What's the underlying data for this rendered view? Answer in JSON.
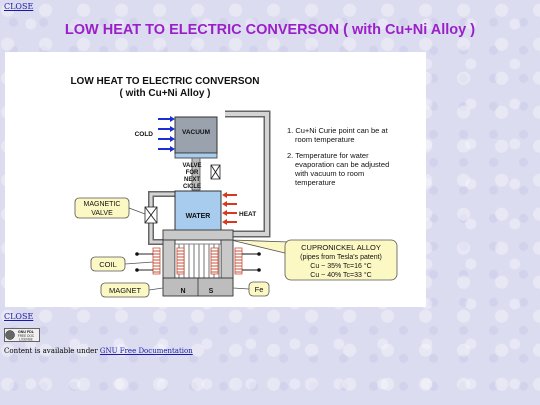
{
  "links": {
    "close_top": "CLOSE",
    "close_bottom": "CLOSE"
  },
  "page_title": "LOW HEAT TO ELECTRIC CONVERSON ( with Cu+Ni Alloy )",
  "diagram": {
    "title_line1": "LOW HEAT TO ELECTRIC CONVERSON",
    "title_line2": "( with Cu+Ni Alloy )",
    "labels": {
      "cold": "COLD",
      "vacuum": "VACUUM",
      "valve_1": "VALVE",
      "valve_2": "FOR",
      "valve_3": "NEXT",
      "valve_4": "CICLE",
      "water": "WATER",
      "heat": "HEAT",
      "magnetic_valve_1": "MAGNETIC",
      "magnetic_valve_2": "VALVE",
      "coil": "COIL",
      "magnet": "MAGNET",
      "pole_n": "N",
      "pole_s": "S",
      "fe": "Fe",
      "cupronickel_1": "CUPRONICKEL ALLOY",
      "cupronickel_2": "(pipes from Tesla's patent)",
      "cupronickel_3": "Cu ~ 35%   Tc=16 °C",
      "cupronickel_4": "Cu ~ 40%   Tc=33 °C"
    },
    "notes": {
      "n1_line1": "1. Cu+Ni Curie point can be at",
      "n1_line2": "room temperature",
      "n2_line1": "2. Temperature for water",
      "n2_line2": "evaporation can be adjusted",
      "n2_line3": "with vacuum to room",
      "n2_line4": "temperature"
    },
    "colors": {
      "cold_arrow": "#1a2fd6",
      "heat_arrow": "#d8381f",
      "water": "#a8ccee",
      "vacuum": "#9aa3ad",
      "callout": "#fcf8c4",
      "pipe": "#b9b9b9",
      "coil": "#c8503a"
    }
  },
  "license_badge": {
    "line1": "GNU FDL",
    "line2": "FREE DOC",
    "line3": "LICENSE"
  },
  "footer": {
    "prefix": "Content is available under ",
    "link": "GNU Free Documentation"
  }
}
